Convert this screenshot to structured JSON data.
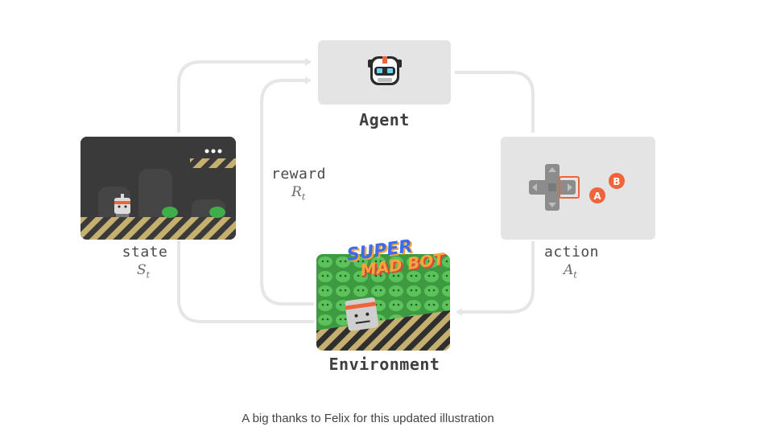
{
  "diagram": {
    "agent_label": "Agent",
    "environment_label": "Environment",
    "state_label": "state",
    "state_symbol": "S",
    "action_label": "action",
    "action_symbol": "A",
    "reward_label": "reward",
    "reward_symbol": "R",
    "subscript": "t",
    "game_title_line1": "SUPER",
    "game_title_line2": "MAD BOT",
    "button_a": "A",
    "button_b": "B"
  },
  "caption": "A big thanks to Felix for this updated illustration",
  "colors": {
    "arrow": "#e6e6e6",
    "card": "#e4e4e4",
    "accent": "#f0643c",
    "slime": "#3fae4a",
    "hazard": "#c5b070"
  }
}
